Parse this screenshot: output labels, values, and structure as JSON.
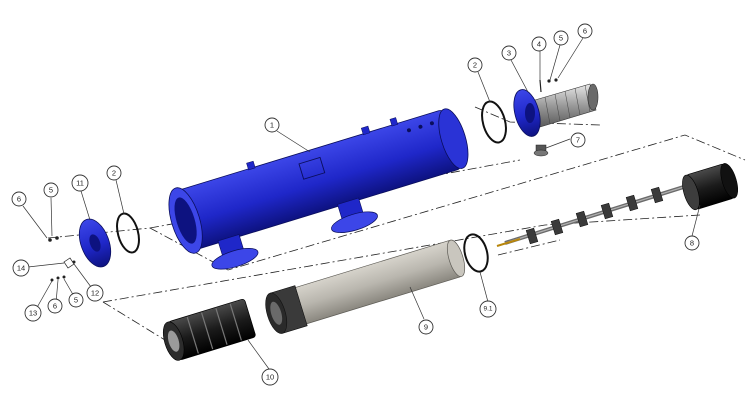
{
  "callouts": {
    "c1": "1",
    "c2a": "2",
    "c2b": "2",
    "c3": "3",
    "c4": "4",
    "c5a": "5",
    "c5b": "5",
    "c5c": "5",
    "c6a": "6",
    "c6b": "6",
    "c6c": "6",
    "c7": "7",
    "c8": "8",
    "c9": "9",
    "c91": "9.1",
    "c10": "10",
    "c11": "11",
    "c12": "12",
    "c13": "13",
    "c14": "14"
  },
  "colors": {
    "housing": "#1f27c9",
    "housing_dark": "#0d1280",
    "housing_light": "#3c46e8",
    "element": "#b9b6ae",
    "element_dark": "#7d7a73",
    "black": "#1b1b1b"
  }
}
